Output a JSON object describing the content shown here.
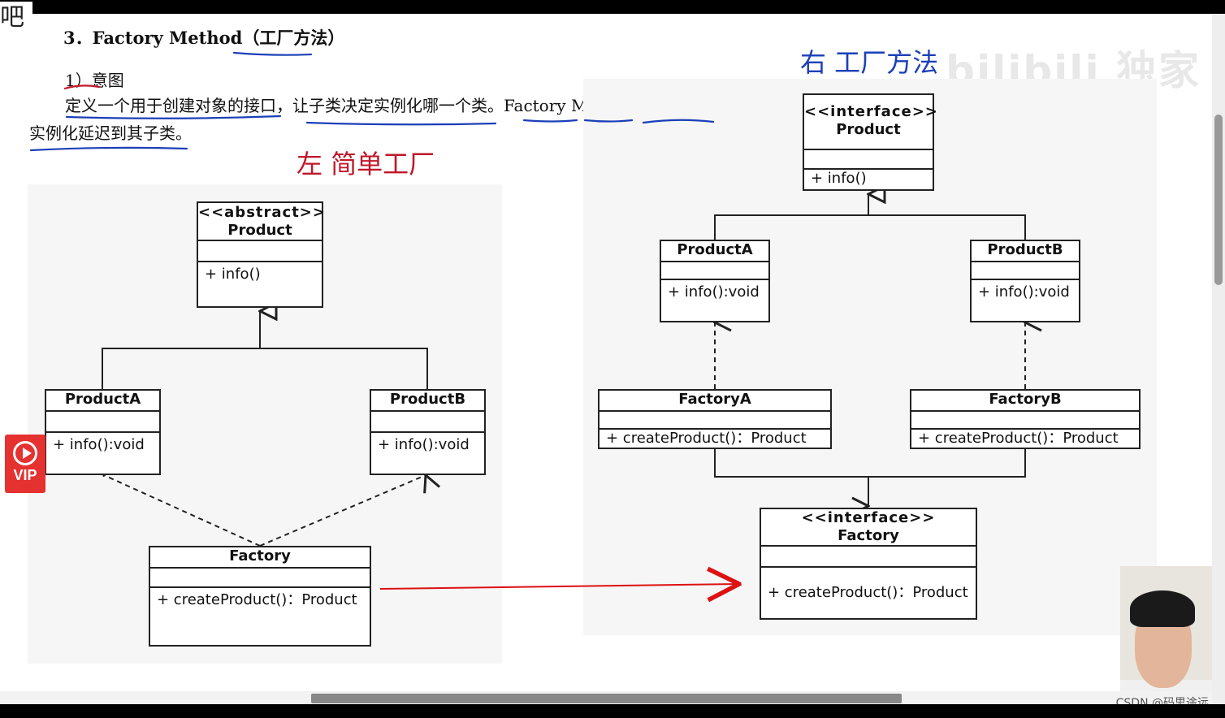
{
  "corner_char": "吧",
  "heading": {
    "title": "3．Factory Method（工厂方法）"
  },
  "subhead": "1）意图",
  "description": "定义一个用于创建对象的接口，让子类决定实例化哪一个类。Factory Method 使一个类的实例化延迟到其子类。",
  "annotations": {
    "left_diagram": "左 简单工厂",
    "right_diagram": "右 工厂方法"
  },
  "watermark": "bilibili 独家",
  "left": {
    "product": {
      "stereotype": "<<abstract>>",
      "name": "Product",
      "op": "+ info()"
    },
    "productA": {
      "name": "ProductA",
      "op": "+ info():void"
    },
    "productB": {
      "name": "ProductB",
      "op": "+ info():void"
    },
    "factory": {
      "name": "Factory",
      "op": "+ createProduct()：Product"
    }
  },
  "right": {
    "product": {
      "stereotype": "<<interface>>",
      "name": "Product",
      "op": "+ info()"
    },
    "productA": {
      "name": "ProductA",
      "op": "+ info():void"
    },
    "productB": {
      "name": "ProductB",
      "op": "+ info():void"
    },
    "factoryA": {
      "name": "FactoryA",
      "op": "+ createProduct()：Product"
    },
    "factoryB": {
      "name": "FactoryB",
      "op": "+ createProduct()：Product"
    },
    "factory": {
      "stereotype": "<<interface>>",
      "name": "Factory",
      "op": "+ createProduct()：Product"
    }
  },
  "vip": {
    "label": "VIP"
  },
  "credit": "CSDN @码思途远",
  "colors": {
    "pen_red": "#c0182a",
    "pen_blue": "#1b3fb8",
    "line": "#222222"
  }
}
